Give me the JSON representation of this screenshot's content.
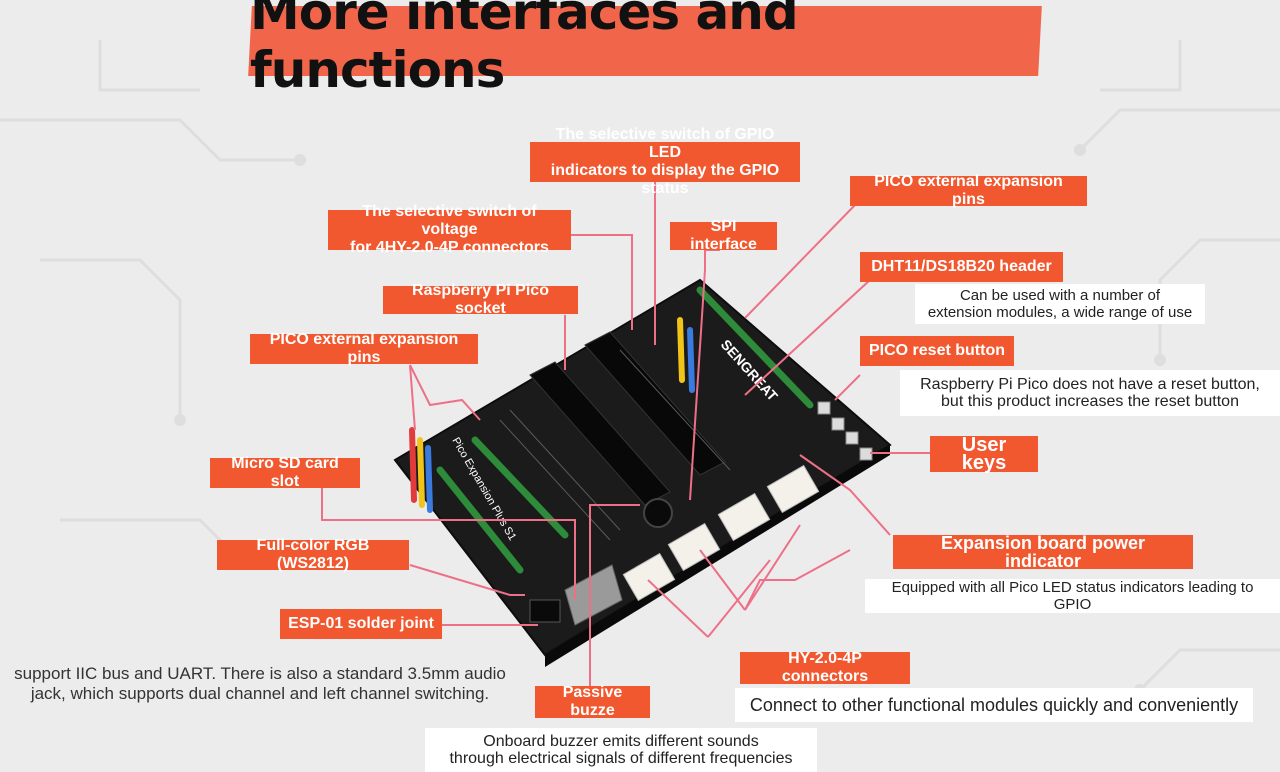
{
  "title": "More interfaces and functions",
  "labels": {
    "gpio_led_switch": "The selective switch of GPIO LED\nindicators to display the GPIO status",
    "voltage_switch": "The selective switch of voltage\nfor 4HY-2.0-4P connectors",
    "spi_interface": "SPI interface",
    "pico_pins_top": "PICO external expansion pins",
    "dht_header": "DHT11/DS18B20 header",
    "pico_socket": "Raspberry Pi Pico socket",
    "pico_pins_left": "PICO external expansion pins",
    "pico_reset": "PICO reset button",
    "user_keys": "User keys",
    "micro_sd": "Micro SD card slot",
    "rgb": "Full-color RGB (WS2812)",
    "esp01": "ESP-01 solder joint",
    "power_indicator": "Expansion board power indicator",
    "hy_connectors": "HY-2.0-4P connectors",
    "passive_buzzer": "Passive buzze"
  },
  "notes": {
    "dht_note": "Can be used with a number of\nextension modules, a wide range of use",
    "reset_note": "Raspberry Pi Pico does not have a reset button,\nbut this product increases the reset button",
    "power_note": "Equipped with all Pico LED status indicators leading to GPIO",
    "hy_note": "Connect to other functional modules quickly and conveniently",
    "buzzer_note": "Onboard buzzer emits different sounds\nthrough electrical signals of different frequencies",
    "left_text": "support IIC bus and UART. There is also a standard 3.5mm audio\njack, which supports dual channel and left channel switching."
  },
  "board": {
    "brand": "SENGREAT",
    "name": "Pico Expansion Plus S1"
  },
  "colors": {
    "tag_bg": "#f1582f",
    "title_bg": "#f1664a",
    "line": "#ee7088",
    "board": "#1b1b1b"
  }
}
